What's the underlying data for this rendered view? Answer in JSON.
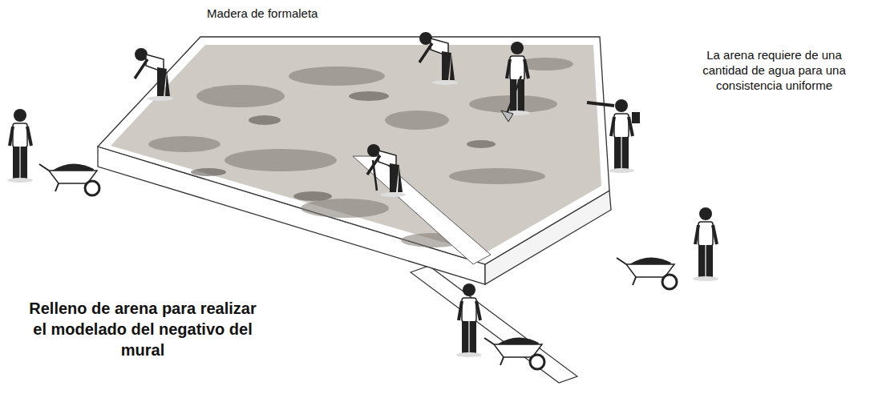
{
  "diagram": {
    "labels": [
      "Madera de formaleta",
      "La arena requiere de una cantidad de agua para una consistencia uniforme",
      "Relleno de arena para realizar el modelado del negativo del mural"
    ]
  }
}
